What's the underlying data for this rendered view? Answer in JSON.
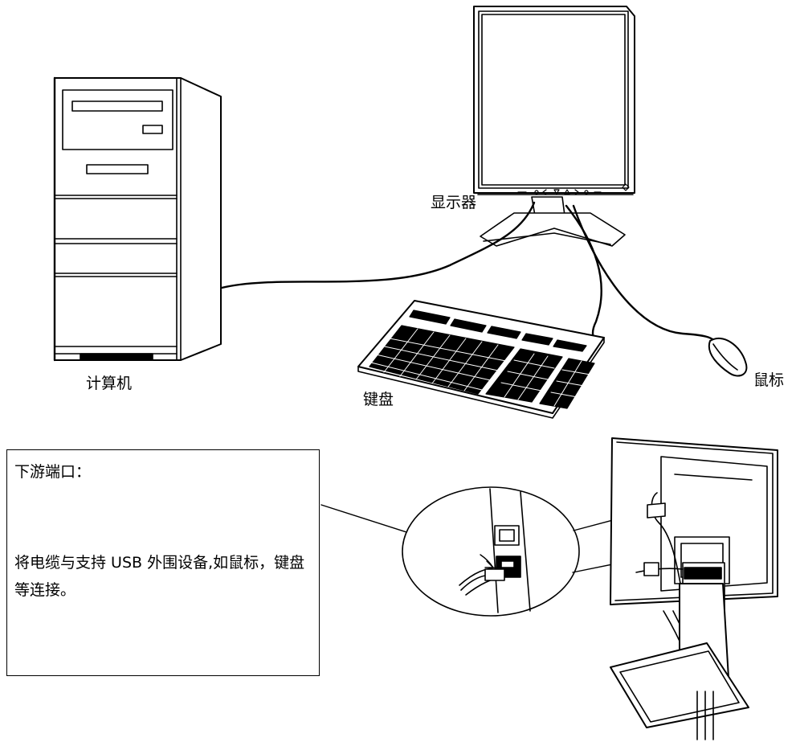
{
  "labels": {
    "monitor": "显示器",
    "computer": "计算机",
    "keyboard": "键盘",
    "mouse": "鼠标"
  },
  "downstream_panel": {
    "title": "下游端口：",
    "description": "将电缆与支持 USB 外围设备,如鼠标，键盘等连接。"
  },
  "icons": [
    "computer-tower-icon",
    "monitor-front-icon",
    "keyboard-icon",
    "mouse-icon",
    "usb-port-icon",
    "usb-plug-icon",
    "monitor-rear-icon",
    "port-magnifier-icon"
  ],
  "colors": {
    "line": "#000000",
    "background": "#ffffff"
  }
}
